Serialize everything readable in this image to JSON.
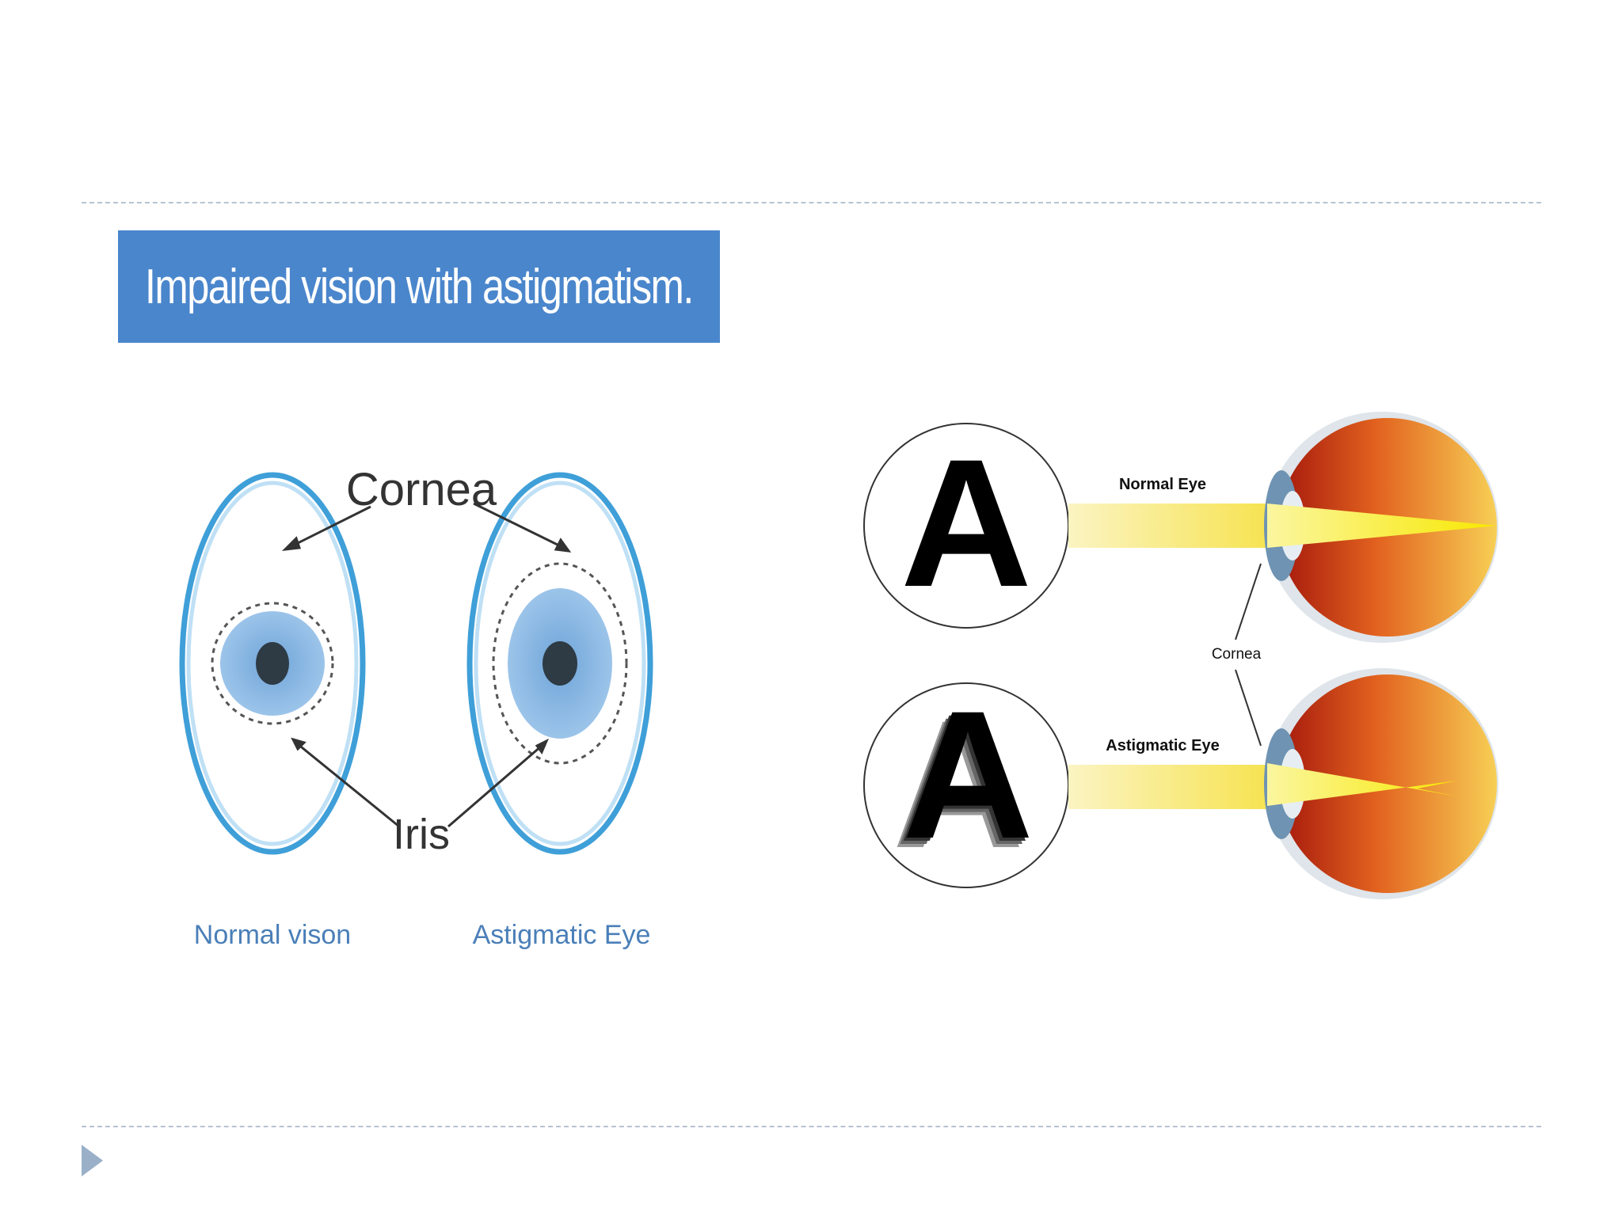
{
  "left_figure": {
    "banner_title": "Impaired vision with astigmatism.",
    "label_cornea": "Cornea",
    "label_iris": "Iris",
    "caption_normal": "Normal vison",
    "caption_astigmatic": "Astigmatic Eye"
  },
  "right_figure": {
    "letter": "A",
    "label_normal_eye": "Normal Eye",
    "label_astigmatic_eye": "Astigmatic Eye",
    "label_cornea": "Cornea"
  },
  "colors": {
    "banner": "#4a86cc",
    "iris": "#8fb8e2",
    "cornea_ring": "#3f9fd8",
    "light_beam": "#f6e65a",
    "eyeball_outer": "#b5281a",
    "eyeball_inner": "#f6c24a"
  }
}
